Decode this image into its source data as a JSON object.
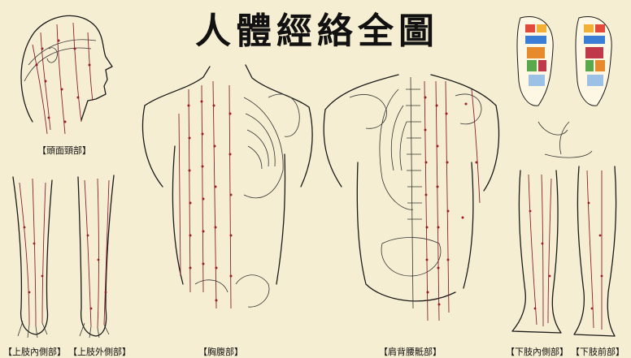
{
  "title": "人體經絡全圖",
  "panels": {
    "head": "【頭面頸部】",
    "arm_inner": "【上肢內側部】",
    "arm_outer": "【上肢外側部】",
    "chest": "【胸腹部】",
    "back": "【肩背腰骶部】",
    "leg_inner": "【下肢內側部】",
    "leg_front": "【下肢前部】"
  },
  "colors": {
    "background": "#f6eed2",
    "meridian": "#8a2030",
    "point": "#9b1c2c",
    "outline": "#1a1a1a"
  }
}
